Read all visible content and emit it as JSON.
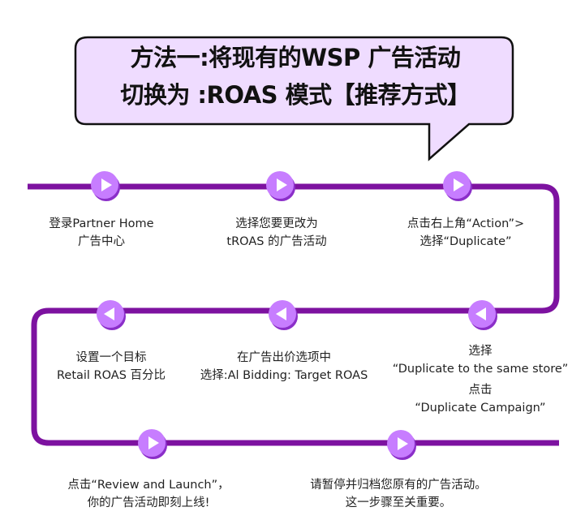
{
  "title": {
    "line1": "方法一:将现有的WSP 广告活动",
    "line2": "切换为 :ROAS 模式【推荐方式】"
  },
  "colors": {
    "path": "#7d12a0",
    "step_fill": "#c77dff",
    "step_shadow": "#8b2fc9",
    "bubble_fill": "#efdcff",
    "bubble_border": "#111111"
  },
  "steps": [
    {
      "icon": "play-right-icon",
      "lines": [
        "登录Partner Home",
        "广告中心"
      ]
    },
    {
      "icon": "play-right-icon",
      "lines": [
        "选择您要更改为",
        "tROAS 的广告活动"
      ]
    },
    {
      "icon": "play-right-icon",
      "lines": [
        "点击右上角“Action”>",
        "选择“Duplicate”"
      ]
    },
    {
      "icon": "play-left-icon",
      "lines": [
        "选择",
        "“Duplicate to the same store”",
        "点击",
        "“Duplicate Campaign”"
      ]
    },
    {
      "icon": "play-left-icon",
      "lines": [
        "在广告出价选项中",
        "选择:Al Bidding: Target ROAS"
      ]
    },
    {
      "icon": "play-left-icon",
      "lines": [
        "设置一个目标",
        "Retail ROAS 百分比"
      ]
    },
    {
      "icon": "play-right-icon",
      "lines": [
        "点击“Review and Launch”，",
        "你的广告活动即刻上线!"
      ]
    },
    {
      "icon": "play-right-icon",
      "lines": [
        "请暂停并归档您原有的广告活动。",
        "这一步骤至关重要。"
      ]
    }
  ]
}
